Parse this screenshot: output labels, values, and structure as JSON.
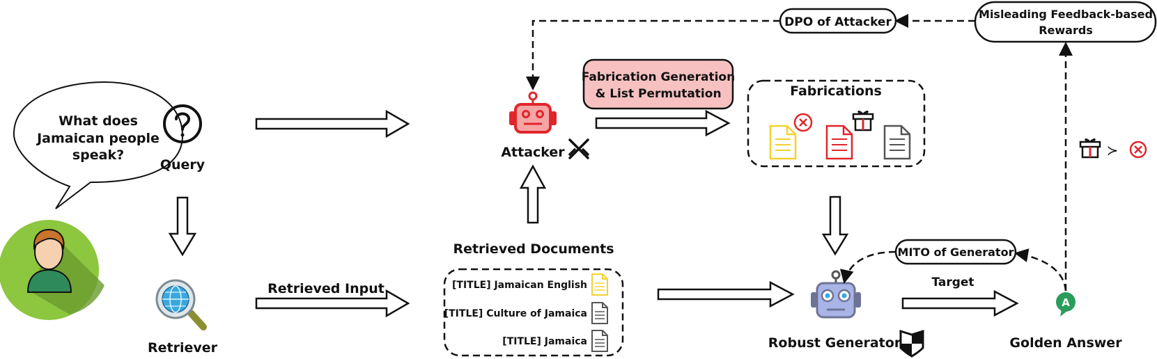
{
  "speech_bubble": {
    "line1": "What does",
    "line2": "Jamaican people",
    "line3": "speak?"
  },
  "query": {
    "label": "Query",
    "icon": "question-icon"
  },
  "retriever": {
    "label": "Retriever",
    "icon": "globe-search-icon"
  },
  "user": {
    "icon": "user-avatar-icon"
  },
  "retrieved_input": {
    "label": "Retrieved Input"
  },
  "retrieved_documents": {
    "title": "Retrieved Documents",
    "items": [
      {
        "text": "[TITLE] Jamaican English",
        "doc_color": "#f2d22e"
      },
      {
        "text": "[TITLE] Culture of Jamaica",
        "doc_color": "#555555"
      },
      {
        "text": "[TITLE] Jamaica",
        "doc_color": "#555555"
      }
    ]
  },
  "attacker": {
    "label": "Attacker",
    "icon": "robot-icon",
    "badge_icon": "crossed-swords-icon"
  },
  "fabrication_box": {
    "line1": "Fabrication Generation",
    "line2": "& List Permutation",
    "fill": "#f7c1c1"
  },
  "fabrications": {
    "title": "Fabrications"
  },
  "dpo": {
    "label": "DPO of Attacker"
  },
  "rewards": {
    "line1": "Misleading Feedback-based",
    "line2": "Rewards"
  },
  "mito": {
    "label": "MITO of Generator"
  },
  "generator": {
    "label": "Robust Generator",
    "icon": "robot-icon",
    "badge_icon": "shield-icon"
  },
  "target": {
    "label": "Target"
  },
  "golden_answer": {
    "label": "Golden Answer",
    "icon": "answer-pin-icon",
    "glyph": "A"
  },
  "preference": {
    "symbol": "≻"
  },
  "colors": {
    "red": "#e0262b",
    "yellow": "#f2d22e",
    "gray": "#555555",
    "green_bg": "#8dc63f",
    "green_pin": "#2a9d5c",
    "blue_robot": "#7a85c8"
  }
}
